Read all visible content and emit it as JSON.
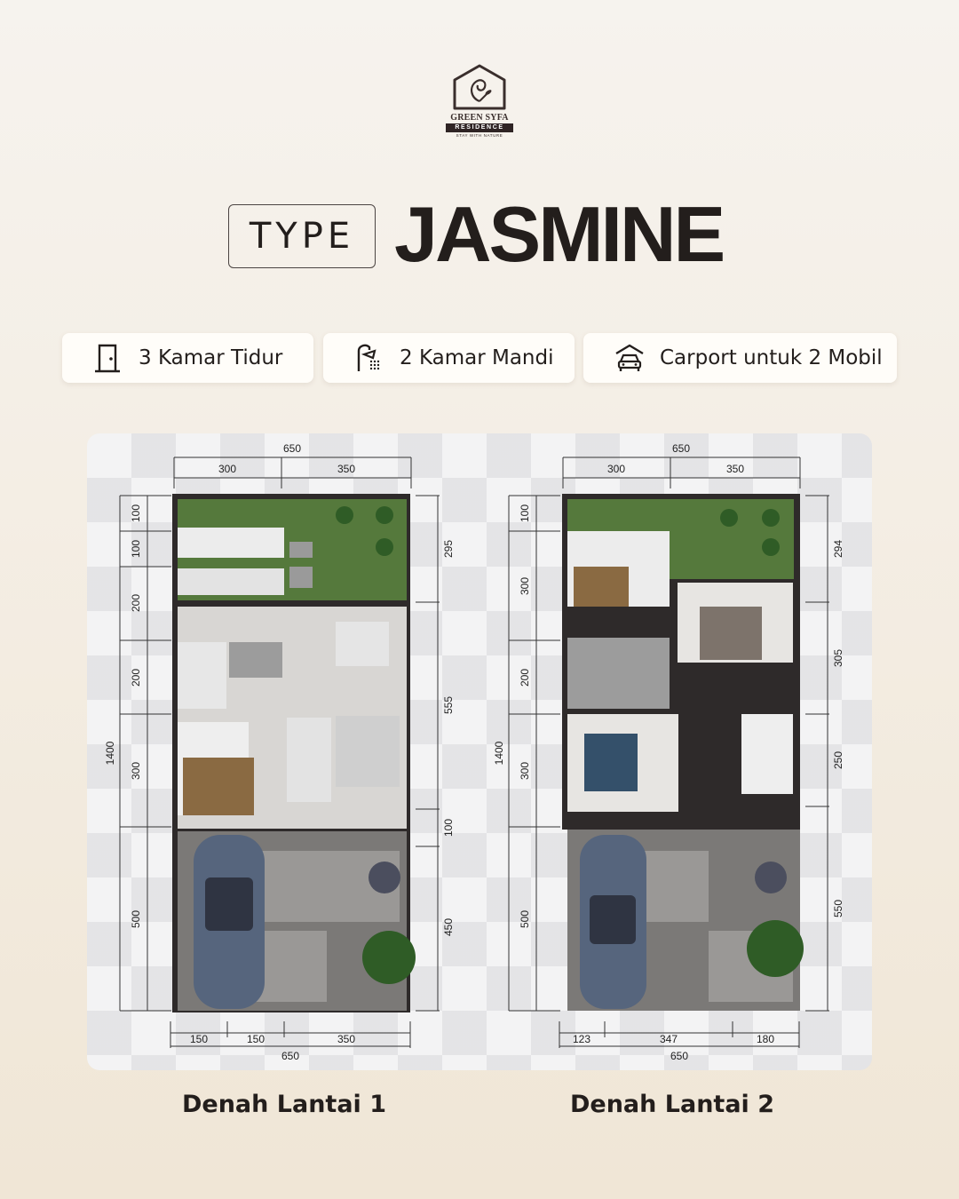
{
  "logo": {
    "name": "GREEN SYFA",
    "residence": "RESIDENCE",
    "tagline": "STAY WITH NATURE"
  },
  "header": {
    "type_label": "TYPE",
    "type_name": "JASMINE"
  },
  "features": [
    {
      "icon": "door-icon",
      "label": "3 Kamar Tidur"
    },
    {
      "icon": "shower-icon",
      "label": "2 Kamar Mandi"
    },
    {
      "icon": "car-icon",
      "label": "Carport untuk 2 Mobil"
    }
  ],
  "plans": [
    {
      "caption": "Denah Lantai 1",
      "top_total": "650",
      "top_a": "300",
      "top_b": "350",
      "left": [
        "100",
        "100",
        "200",
        "200",
        "300",
        "500"
      ],
      "left_total": "1400",
      "right": [
        "295",
        "555",
        "100",
        "450"
      ],
      "bottom": [
        "150",
        "150",
        "350"
      ],
      "bottom_total": "650"
    },
    {
      "caption": "Denah Lantai 2",
      "top_total": "650",
      "top_a": "300",
      "top_b": "350",
      "left": [
        "100",
        "300",
        "200",
        "300",
        "500"
      ],
      "left_total": "1400",
      "right": [
        "294",
        "305",
        "250",
        "550"
      ],
      "bottom": [
        "123",
        "347",
        "180"
      ],
      "bottom_total": "650"
    }
  ]
}
